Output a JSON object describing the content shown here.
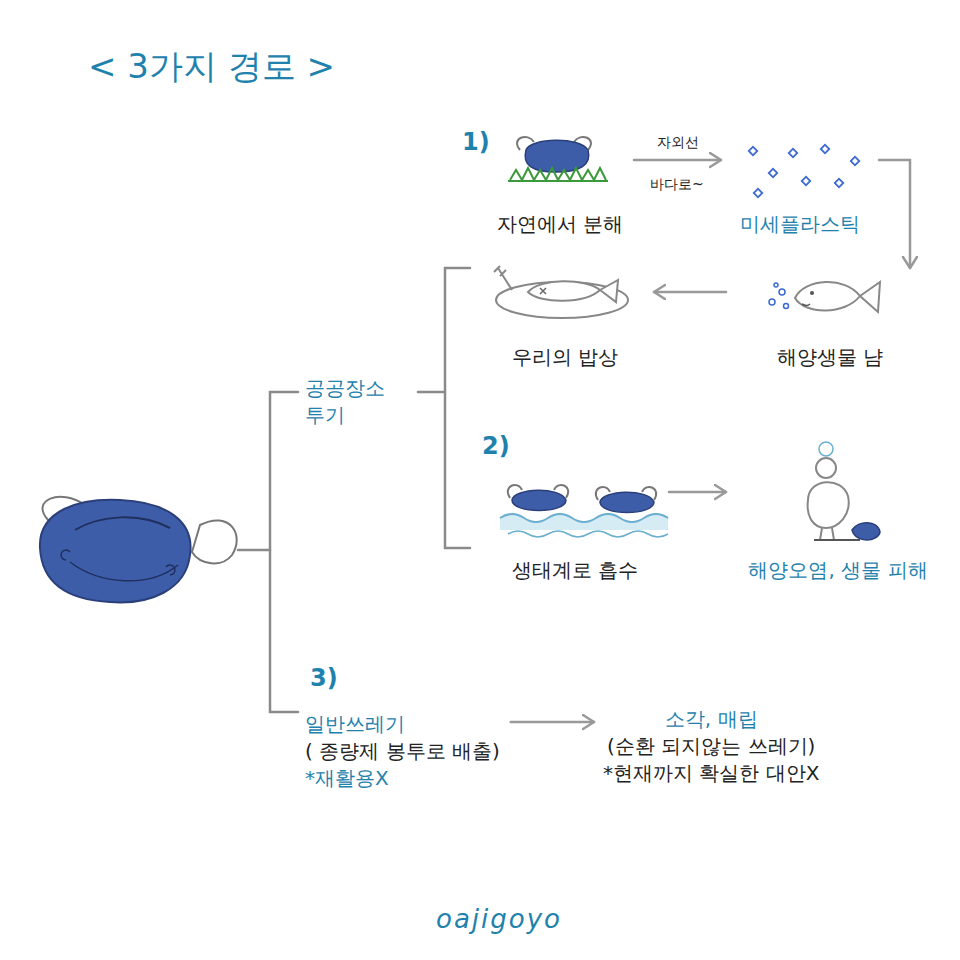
{
  "diagram": {
    "title": "< 3가지 경로 >",
    "nodes": [
      {
        "text": [
          "자연에서 분해"
        ]
      },
      {
        "text": [
          "미세플라스틱"
        ]
      },
      {
        "text": [
          "해양생물 냠"
        ]
      },
      {
        "text": [
          "우리의 밥상"
        ]
      },
      {
        "text": [
          "생태계로 흡수"
        ]
      },
      {
        "text": [
          "해양오염, 생물 피해"
        ]
      },
      {
        "text": [
          "공공장소 투기"
        ]
      },
      {
        "text": [
          "일반쓰레기",
          "( 종량제 봉투로 배출)",
          "*재활용X"
        ]
      },
      {
        "text": [
          "소각, 매립",
          "(순환 되지않는 쓰레기)",
          "*현재까지 확실한 대안X"
        ]
      }
    ],
    "edges": [
      {
        "from": 0,
        "to": 1,
        "arrow": "to",
        "label": "자외선"
      },
      {
        "from": 1,
        "to": 2,
        "arrow": "to"
      },
      {
        "from": 2,
        "to": 3,
        "arrow": "to"
      },
      {
        "from": 4,
        "to": 5,
        "arrow": "to"
      },
      {
        "from": 7,
        "to": 8,
        "arrow": "to"
      }
    ],
    "labels": [
      "1)",
      "2)",
      "3)",
      "바다로~",
      "oajigoyo"
    ]
  }
}
